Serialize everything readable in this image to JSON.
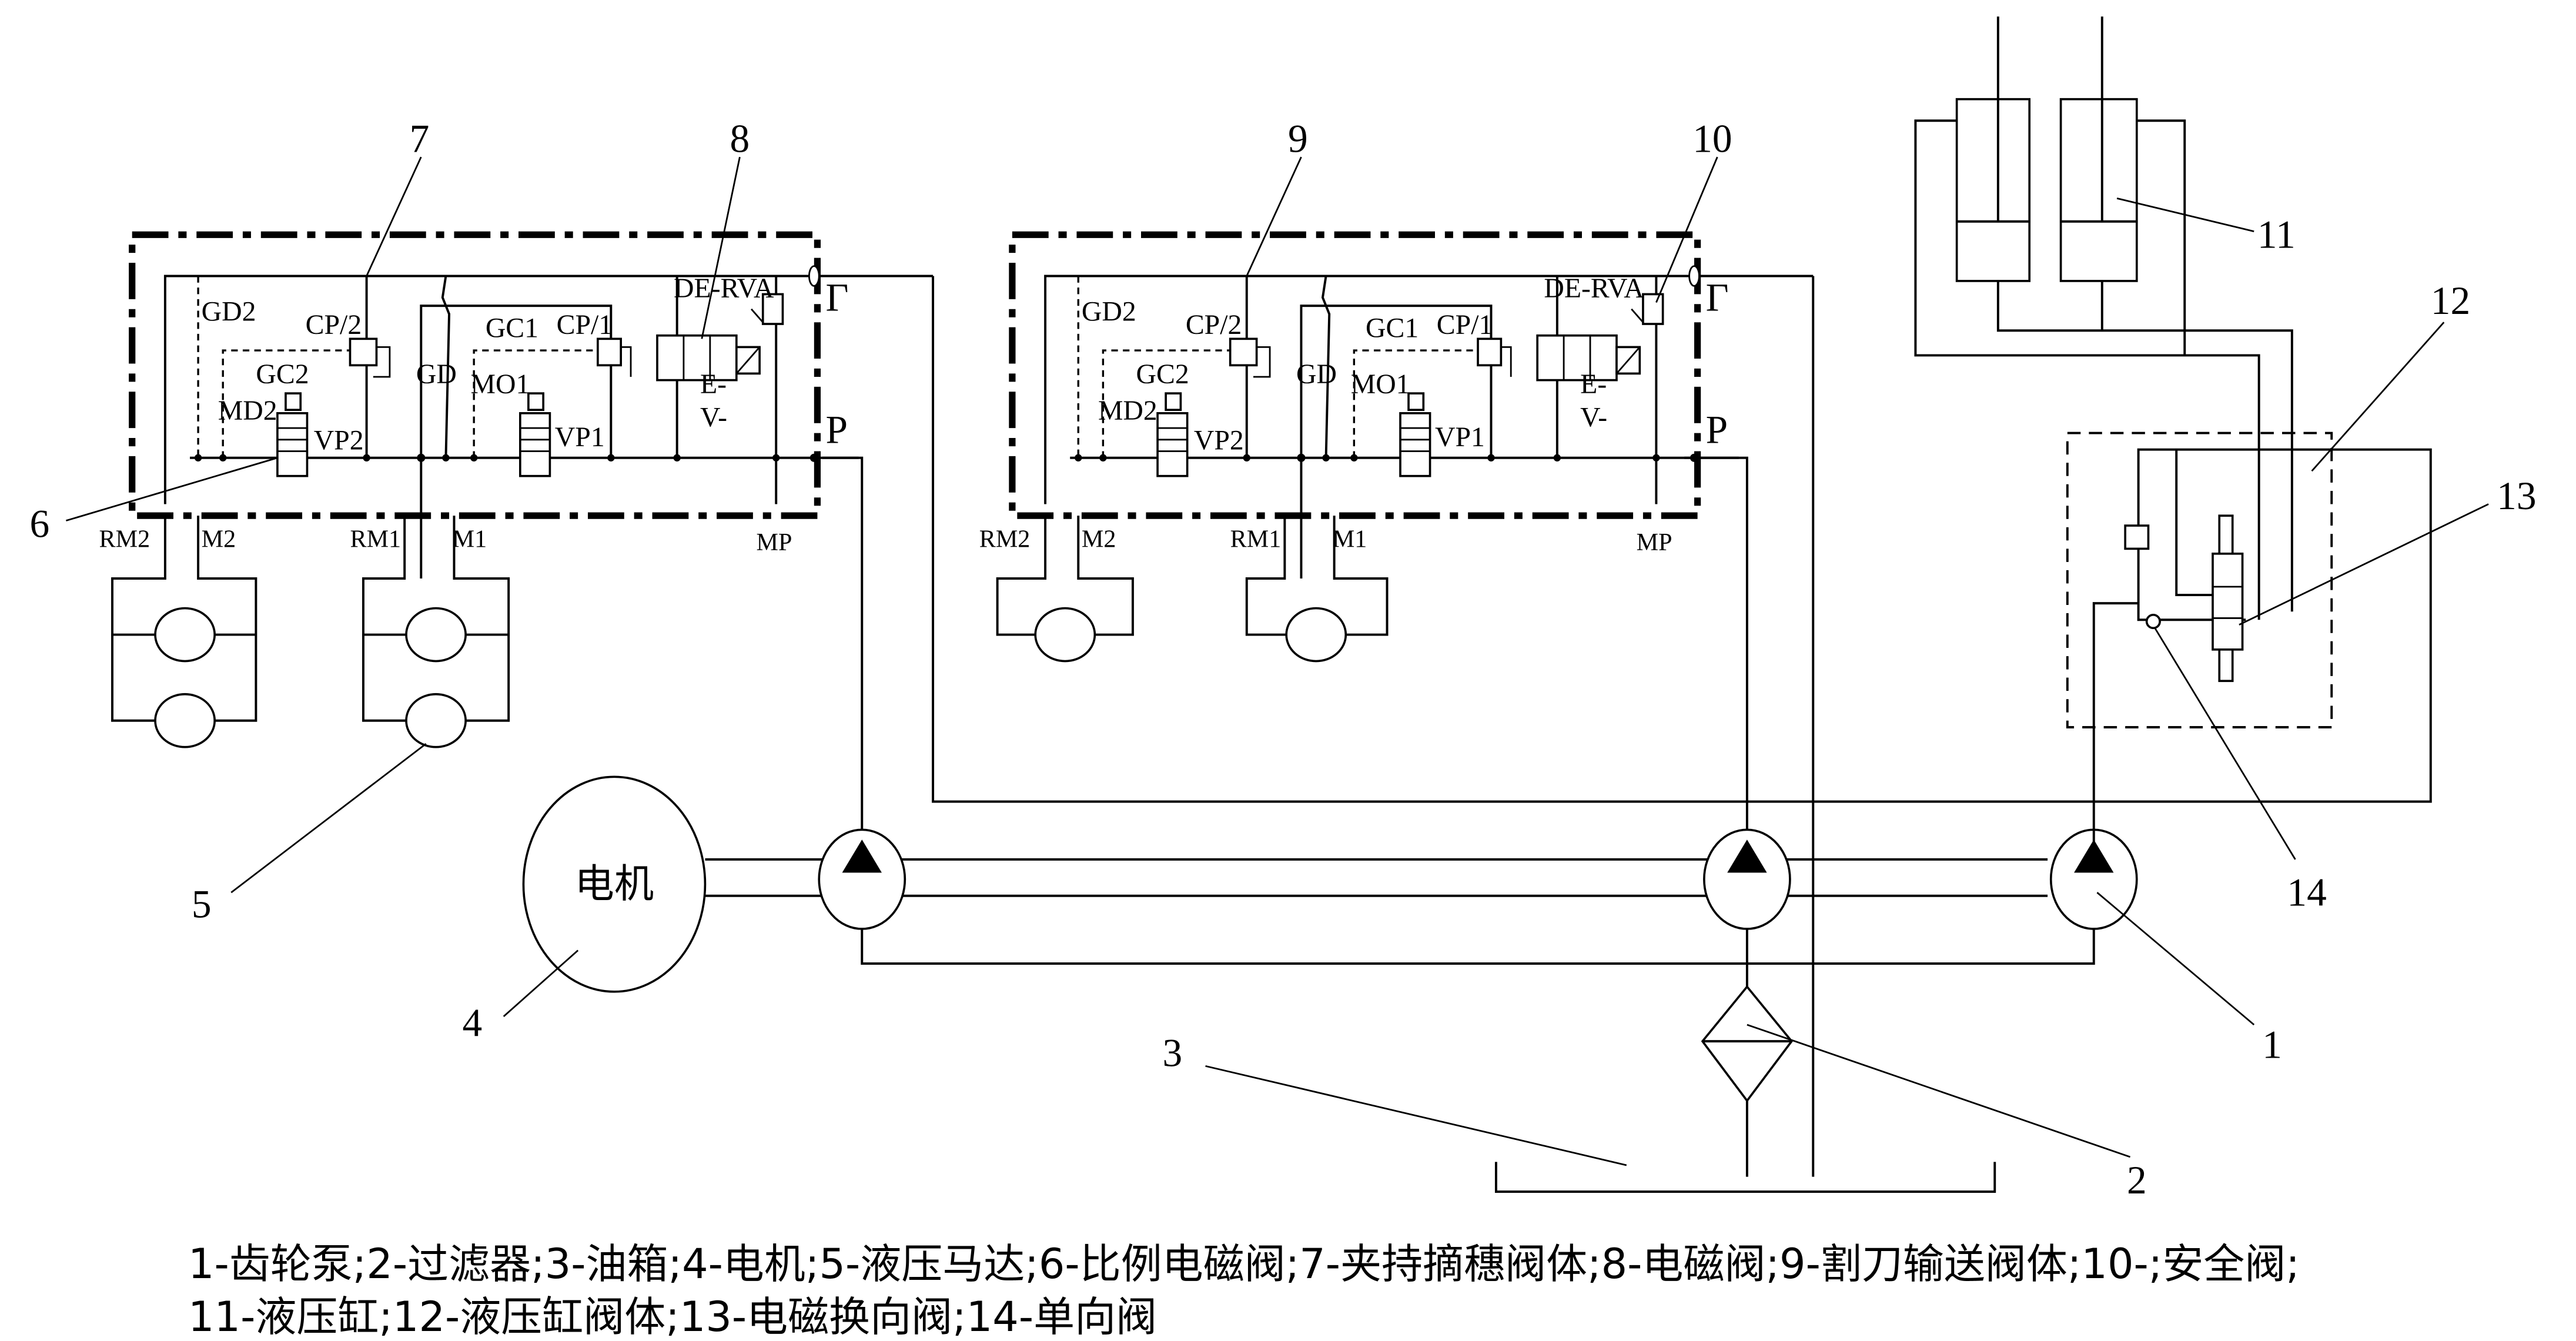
{
  "figure": {
    "motor_label": "电机",
    "callouts": {
      "n1": "1",
      "n2": "2",
      "n3": "3",
      "n4": "4",
      "n5": "5",
      "n6": "6",
      "n7": "7",
      "n8": "8",
      "n9": "9",
      "n10": "10",
      "n11": "11",
      "n12": "12",
      "n13": "13",
      "n14": "14"
    },
    "valve_block_left": {
      "labels": {
        "gd2": "GD2",
        "cp2": "CP/2",
        "gc2": "GC2",
        "md2": "MD2",
        "vp2": "VP2",
        "gd": "GD",
        "gc1": "GC1",
        "cp1": "CP/1",
        "mo1": "MO1",
        "vp1": "VP1",
        "dervA": "DE-RVA",
        "e": "E-",
        "v": "V-",
        "t": "Γ",
        "p": "P"
      },
      "ports": {
        "rm2": "RM2",
        "m2": "M2",
        "rm1": "RM1",
        "m1": "M1",
        "mp": "MP"
      }
    },
    "valve_block_middle": {
      "labels": {
        "gd2": "GD2",
        "cp2": "CP/2",
        "gc2": "GC2",
        "md2": "MD2",
        "vp2": "VP2",
        "gd": "GD",
        "gc1": "GC1",
        "cp1": "CP/1",
        "mo1": "MO1",
        "vp1": "VP1",
        "dervA": "DE-RVA",
        "e": "E-",
        "v": "V-",
        "t": "Γ",
        "p": "P"
      },
      "ports": {
        "rm2": "RM2",
        "m2": "M2",
        "rm1": "RM1",
        "m1": "M1",
        "mp": "MP"
      }
    }
  },
  "legend": {
    "line1": "1-齿轮泵;2-过滤器;3-油箱;4-电机;5-液压马达;6-比例电磁阀;7-夹持摘穗阀体;8-电磁阀;9-割刀输送阀体;10-;安全阀;",
    "line2": "11-液压缸;12-液压缸阀体;13-电磁换向阀;14-单向阀"
  }
}
